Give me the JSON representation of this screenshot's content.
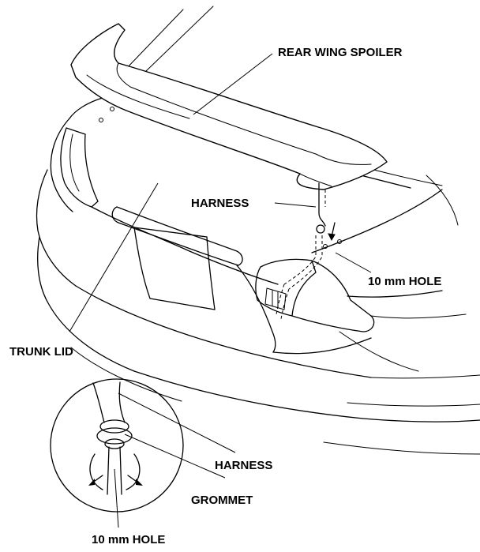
{
  "labels": {
    "rear_wing_spoiler": "REAR WING SPOILER",
    "harness_upper": "HARNESS",
    "hole_right": "10 mm HOLE",
    "trunk_lid": "TRUNK LID",
    "harness_detail": "HARNESS",
    "grommet": "GROMMET",
    "hole_bottom": "10 mm HOLE"
  }
}
